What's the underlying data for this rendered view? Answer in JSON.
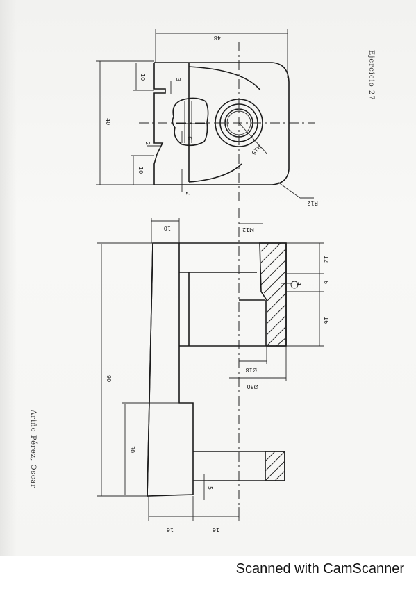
{
  "exercise_label": "Ejercicio 27",
  "author_label": "Ariño Pérez, Óscar",
  "footer_text": "Scanned with CamScanner",
  "top_view": {
    "dims": {
      "width": "48",
      "height": "40",
      "top_slot": "10",
      "bottom_slot": "10",
      "small_a": "3",
      "small_b": "2",
      "small_c": "2",
      "hole_depth": "6",
      "radius_hole": "R15",
      "radius_corner": "R12"
    }
  },
  "front_view": {
    "dims": {
      "base_thickness": "10",
      "total_length": "90",
      "block_height": "30",
      "gap": "5",
      "bottom_left": "16",
      "bottom_right": "16",
      "right_top": "12",
      "right_mid": "6",
      "right_bottom": "16",
      "phi_inner": "Ø18",
      "phi_outer": "Ø30",
      "thread": "M12",
      "callout": "4"
    }
  }
}
